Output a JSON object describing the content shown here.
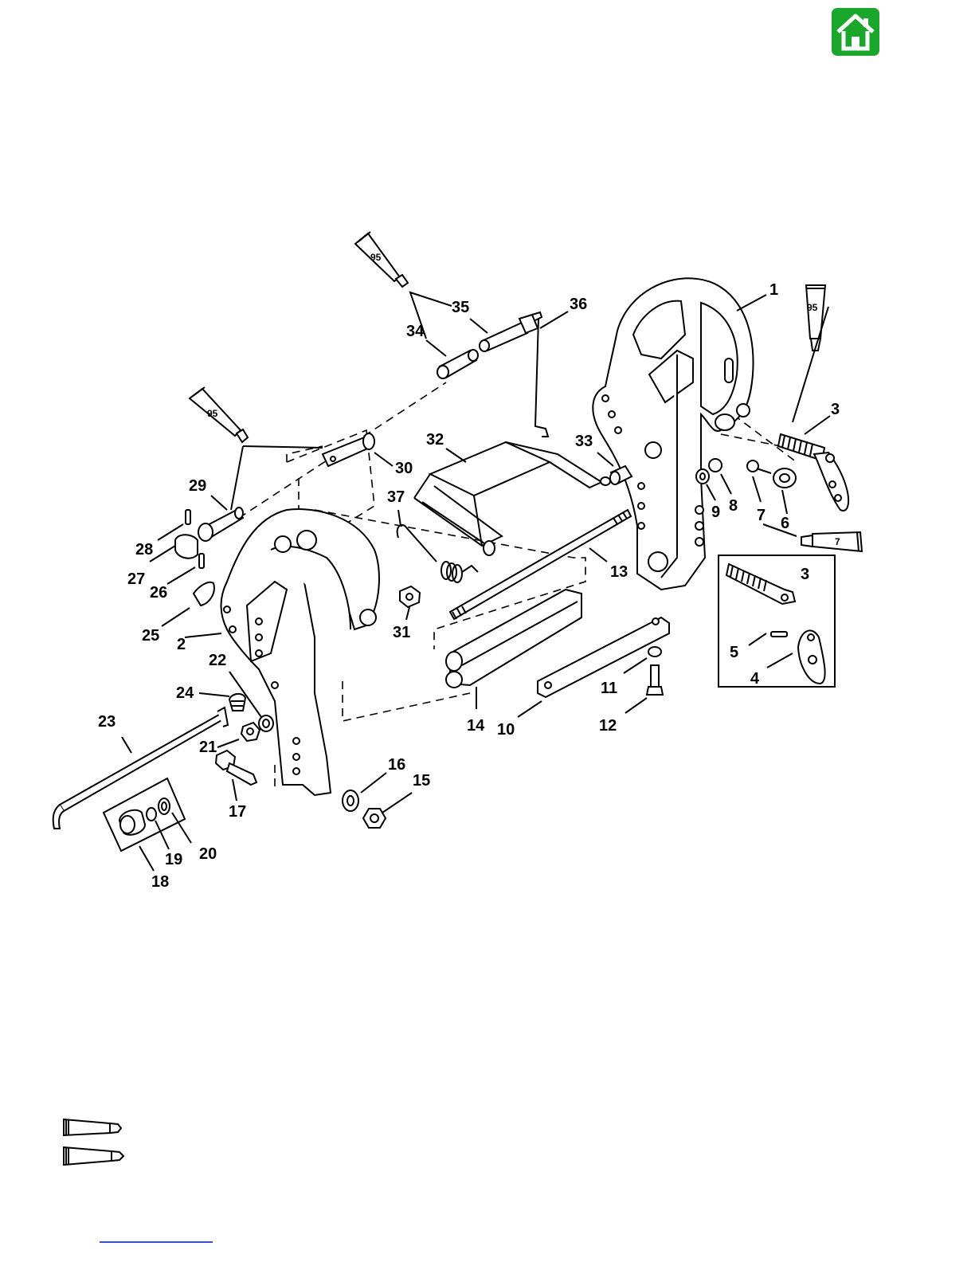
{
  "nav": {
    "home_button": "home",
    "accent_color": "#1aa52b"
  },
  "callouts": [
    "1",
    "2",
    "3",
    "4",
    "5",
    "6",
    "7",
    "8",
    "9",
    "10",
    "11",
    "12",
    "13",
    "14",
    "15",
    "16",
    "17",
    "18",
    "19",
    "20",
    "21",
    "22",
    "23",
    "24",
    "25",
    "26",
    "27",
    "28",
    "29",
    "30",
    "31",
    "32",
    "33",
    "34",
    "35",
    "36",
    "37",
    "3"
  ],
  "lubricant_tubes": [
    "95",
    "95",
    "95",
    "95",
    "7"
  ]
}
